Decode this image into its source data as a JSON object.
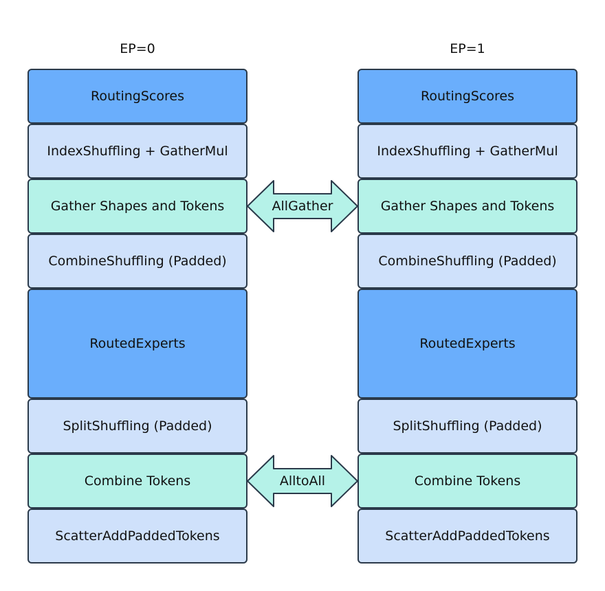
{
  "colors": {
    "dark_blue": "#6aaefc",
    "light_blue": "#cfe1fb",
    "teal": "#b5f2e8",
    "border": "#2b3a4a"
  },
  "columns": [
    {
      "title": "EP=0",
      "blocks": [
        {
          "label": "RoutingScores",
          "style": "dark_blue"
        },
        {
          "label": "IndexShuffling + GatherMul",
          "style": "light_blue"
        },
        {
          "label": "Gather Shapes and Tokens",
          "style": "teal"
        },
        {
          "label": "CombineShuffling (Padded)",
          "style": "light_blue"
        },
        {
          "label": "RoutedExperts",
          "style": "dark_blue"
        },
        {
          "label": "SplitShuffling (Padded)",
          "style": "light_blue"
        },
        {
          "label": "Combine Tokens",
          "style": "teal"
        },
        {
          "label": "ScatterAddPaddedTokens",
          "style": "light_blue"
        }
      ]
    },
    {
      "title": "EP=1",
      "blocks": [
        {
          "label": "RoutingScores",
          "style": "dark_blue"
        },
        {
          "label": "IndexShuffling + GatherMul",
          "style": "light_blue"
        },
        {
          "label": "Gather Shapes and Tokens",
          "style": "teal"
        },
        {
          "label": "CombineShuffling (Padded)",
          "style": "light_blue"
        },
        {
          "label": "RoutedExperts",
          "style": "dark_blue"
        },
        {
          "label": "SplitShuffling (Padded)",
          "style": "light_blue"
        },
        {
          "label": "Combine Tokens",
          "style": "teal"
        },
        {
          "label": "ScatterAddPaddedTokens",
          "style": "light_blue"
        }
      ]
    }
  ],
  "connectors": [
    {
      "label": "AllGather",
      "row": 2,
      "icon": "double-arrow-icon"
    },
    {
      "label": "AlltoAll",
      "row": 6,
      "icon": "double-arrow-icon"
    }
  ]
}
